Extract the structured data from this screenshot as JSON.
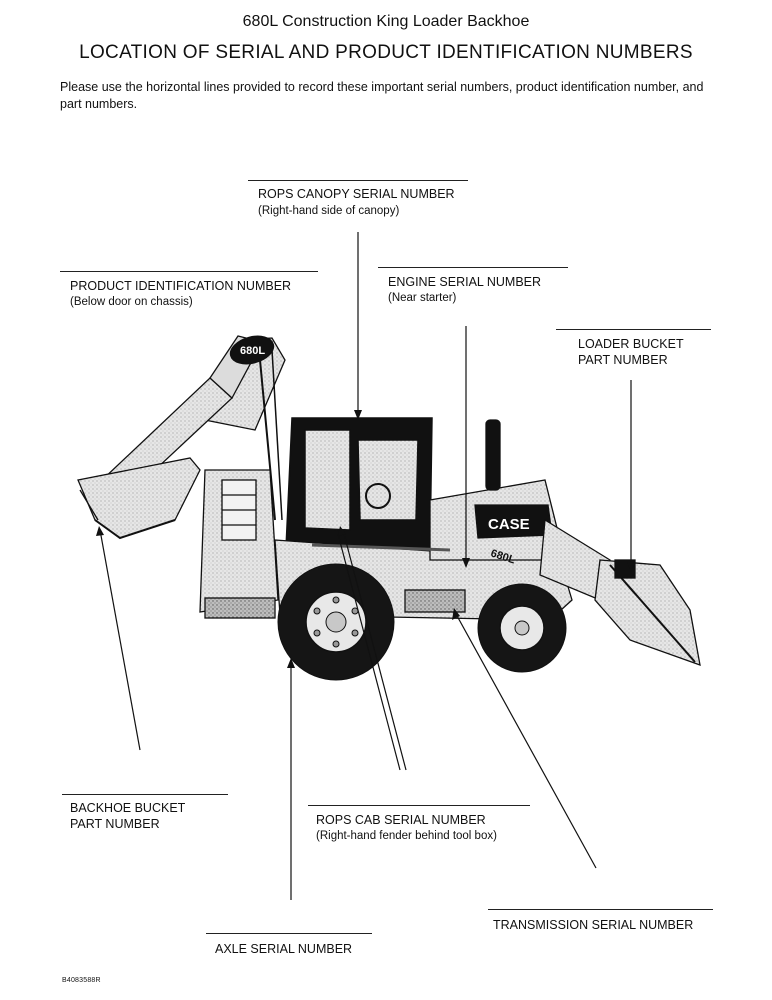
{
  "header": {
    "title": "680L Construction King Loader Backhoe",
    "heading": "LOCATION OF SERIAL AND PRODUCT IDENTIFICATION NUMBERS",
    "intro": "Please use the horizontal lines provided to record these important serial numbers, product identification number, and part numbers."
  },
  "callouts": {
    "rops_canopy": {
      "label": "ROPS CANOPY SERIAL NUMBER",
      "note": "(Right-hand side of canopy)"
    },
    "product_id": {
      "label": "PRODUCT IDENTIFICATION NUMBER",
      "note": "(Below door on chassis)"
    },
    "engine": {
      "label": "ENGINE SERIAL NUMBER",
      "note": "(Near starter)"
    },
    "loader_bucket": {
      "line1": "LOADER BUCKET",
      "line2": "PART NUMBER"
    },
    "backhoe_bucket": {
      "line1": "BACKHOE BUCKET",
      "line2": "PART NUMBER"
    },
    "rops_cab": {
      "label": "ROPS CAB SERIAL NUMBER",
      "note": "(Right-hand fender behind tool box)"
    },
    "transmission": {
      "label": "TRANSMISSION SERIAL NUMBER"
    },
    "axle": {
      "label": "AXLE SERIAL NUMBER"
    }
  },
  "machine": {
    "brand": "CASE",
    "model": "680L"
  },
  "figure_id": "B4083588R"
}
